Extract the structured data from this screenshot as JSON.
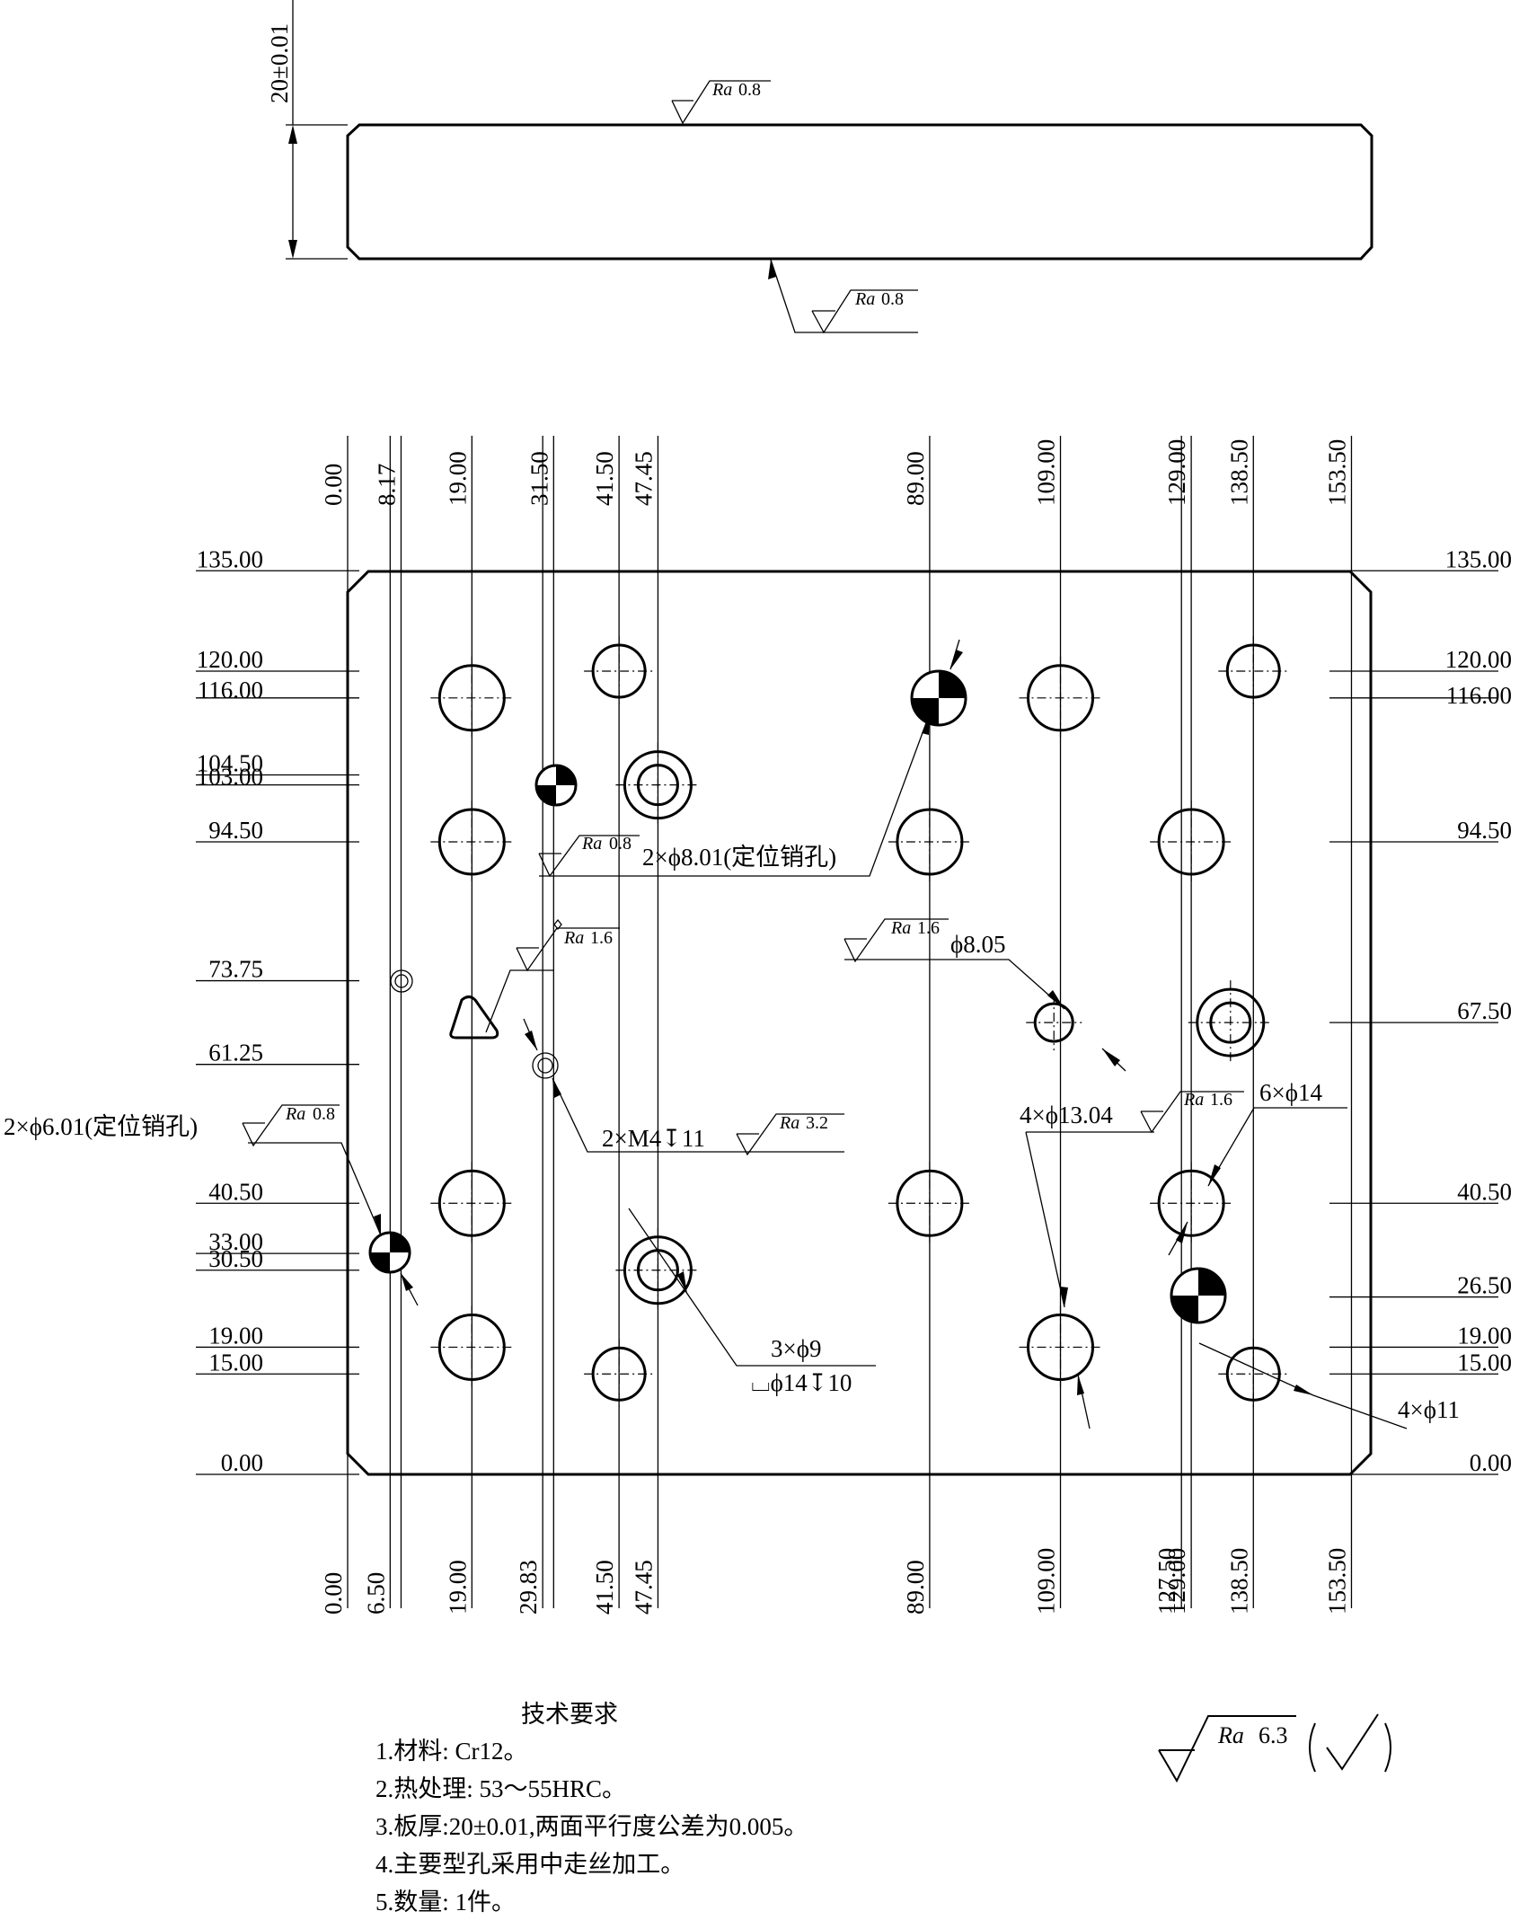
{
  "colors": {
    "line": "#000000",
    "background": "#ffffff"
  },
  "side_view": {
    "thickness_label": "20±0.01",
    "top_roughness": {
      "prefix": "Ra",
      "value": "0.8"
    },
    "bottom_roughness": {
      "prefix": "Ra",
      "value": "0.8"
    }
  },
  "x_coords_top": [
    "0.00",
    "8.17",
    "19.00",
    "31.50",
    "41.50",
    "47.45",
    "89.00",
    "109.00",
    "129.00",
    "138.50",
    "153.50"
  ],
  "x_coords_bottom": [
    "0.00",
    "6.50",
    "19.00",
    "29.83",
    "41.50",
    "47.45",
    "89.00",
    "109.00",
    "127.50",
    "129.00",
    "138.50",
    "153.50"
  ],
  "y_coords_left": [
    "135.00",
    "120.00",
    "116.00",
    "104.50",
    "103.00",
    "94.50",
    "73.75",
    "61.25",
    "40.50",
    "33.00",
    "30.50",
    "19.00",
    "15.00",
    "0.00"
  ],
  "y_coords_right": [
    "135.00",
    "120.00",
    "116.00",
    "94.50",
    "67.50",
    "40.50",
    "26.50",
    "19.00",
    "15.00",
    "0.00"
  ],
  "annotations": {
    "pin_holes_8": {
      "text": "2×ϕ8.01(定位销孔)",
      "ra": "0.8"
    },
    "pin_holes_6": {
      "text": "2×ϕ6.01(定位销孔)",
      "ra": "0.8"
    },
    "hole_8_05": {
      "text": "ϕ8.05",
      "ra": "1.6"
    },
    "triangle_ra": {
      "ra": "1.6"
    },
    "tapped": {
      "text": "2×M4↧11",
      "ra": "3.2"
    },
    "holes_13": {
      "text": "4×ϕ13.04",
      "ra": "1.6"
    },
    "holes_14": {
      "text": "6×ϕ14"
    },
    "holes_11": {
      "text": "4×ϕ11"
    },
    "counterbore_line1": "3×ϕ9",
    "counterbore_line2": "⌴ϕ14↧10"
  },
  "ra_prefix": "Ra",
  "default_roughness": {
    "prefix": "Ra",
    "value": "6.3"
  },
  "requirements": {
    "title": "技术要求",
    "items": [
      "1.材料: Cr12。",
      "2.热处理: 53～55HRC。",
      "3.板厚:20±0.01,两面平行度公差为0.005。",
      "4.主要型孔采用中走丝加工。",
      "5.数量: 1件。"
    ]
  }
}
